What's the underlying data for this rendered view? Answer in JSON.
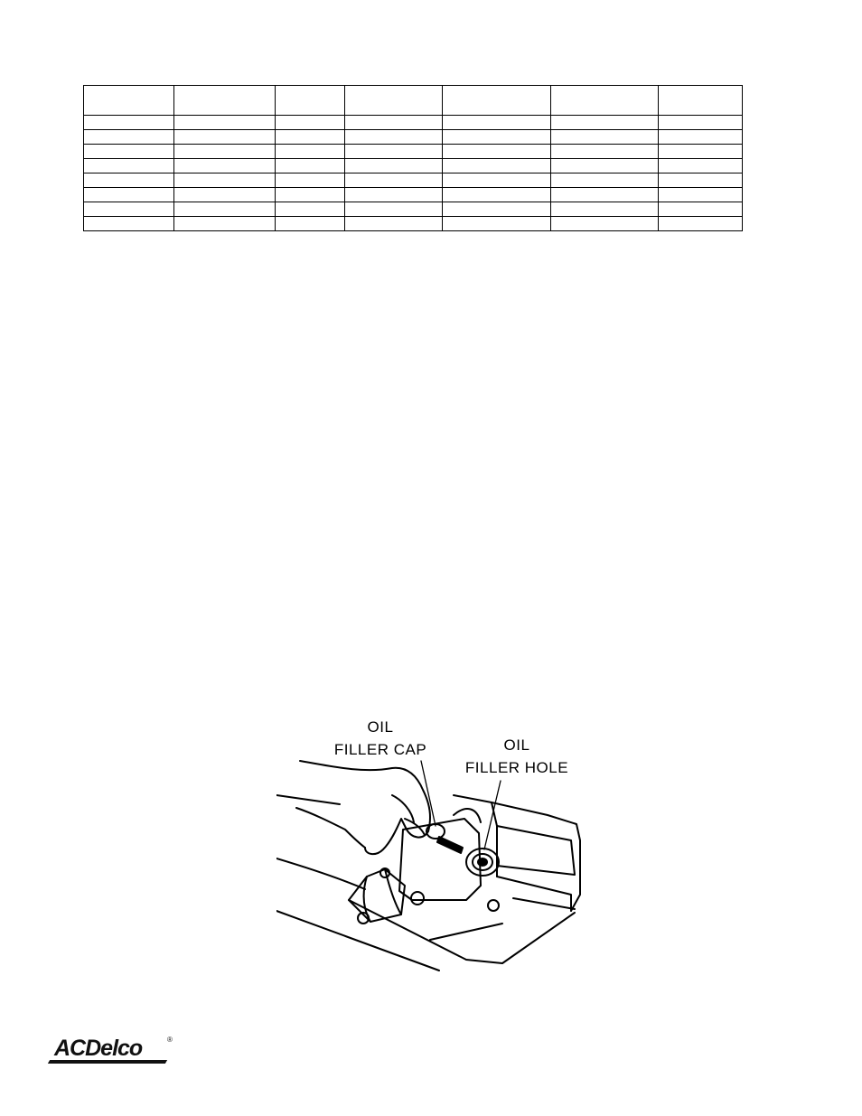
{
  "spec_table": {
    "header": [
      "",
      "",
      "",
      "",
      "",
      "",
      ""
    ],
    "rows": [
      [
        "",
        "",
        "",
        "",
        "",
        "",
        ""
      ],
      [
        "",
        "",
        "",
        "",
        "",
        "",
        ""
      ],
      [
        "",
        "",
        "",
        "",
        "",
        "",
        ""
      ],
      [
        "",
        "",
        "",
        "",
        "",
        "",
        ""
      ],
      [
        "",
        "",
        "",
        "",
        "",
        "",
        ""
      ],
      [
        "",
        "",
        "",
        "",
        "",
        "",
        ""
      ],
      [
        "",
        "",
        "",
        "",
        "",
        "",
        ""
      ],
      [
        "",
        "",
        "",
        "",
        "",
        "",
        ""
      ]
    ]
  },
  "figure": {
    "cap_label_line1": "OIL",
    "cap_label_line2": "FILLER CAP",
    "hole_label_line1": "OIL",
    "hole_label_line2": "FILLER HOLE"
  },
  "brand": {
    "logo_text": "ACDelco",
    "registered_mark": "®"
  }
}
